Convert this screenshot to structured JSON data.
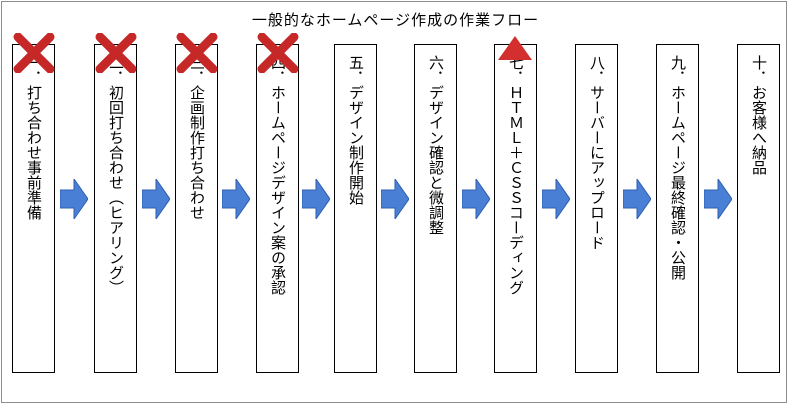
{
  "title": "一般的なホームページ作成の作業フロー",
  "steps": [
    {
      "text": "一．打ち合わせ事前準備",
      "status": "cross"
    },
    {
      "text": "二．初回打ち合わせ（ヒアリング）",
      "status": "cross"
    },
    {
      "text": "三．企画制作打ち合わせ",
      "status": "cross"
    },
    {
      "text": "四．ホームページデザイン案の承認",
      "status": "cross"
    },
    {
      "text": "五．デザイン制作開始",
      "status": "none"
    },
    {
      "text": "六．デザイン確認と微調整",
      "status": "none"
    },
    {
      "text": "七．ＨＴＭＬ＋ＣＳＳコーディング",
      "status": "triangle"
    },
    {
      "text": "八．サーバーにアップロード",
      "status": "none"
    },
    {
      "text": "九．ホームページ最終確認・公開",
      "status": "none"
    },
    {
      "text": "十．お客様へ納品",
      "status": "none"
    }
  ],
  "colors": {
    "arrow_fill": "#4a7fd6",
    "arrow_stroke": "#2f5fae",
    "cross": "#c62828",
    "triangle": "#d32f2f",
    "box_border": "#000000"
  },
  "icons": {
    "cross": "cross-mark-icon",
    "triangle": "triangle-mark-icon",
    "arrow": "right-arrow-icon"
  }
}
